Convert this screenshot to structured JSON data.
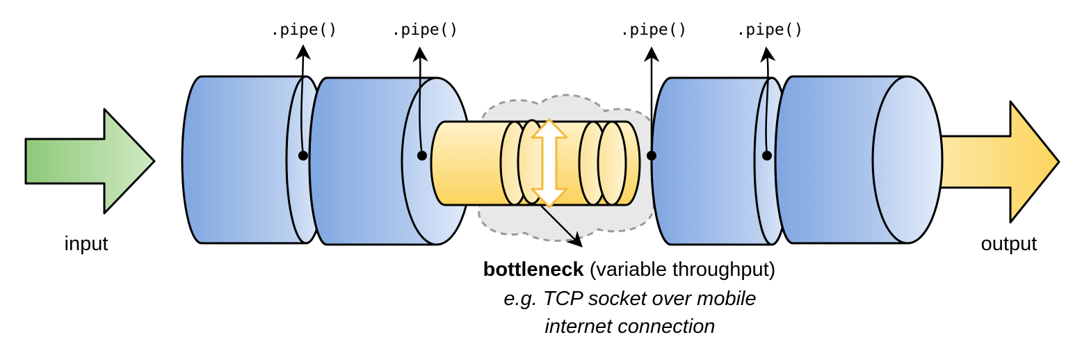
{
  "pipe_labels": [
    ".pipe()",
    ".pipe()",
    ".pipe()",
    ".pipe()"
  ],
  "input_label": "input",
  "output_label": "output",
  "bottleneck": {
    "title": "bottleneck",
    "subtitle": "(variable throughput)",
    "example_line1": "e.g. TCP socket over mobile",
    "example_line2": "internet connection"
  },
  "colors": {
    "input_arrow": "#9fd08a",
    "output_arrow": "#fbd86a",
    "stream_blue": "#8fb3e6",
    "bottleneck_yellow": "#fce39a",
    "cloud_gray": "#e6e6e6"
  }
}
